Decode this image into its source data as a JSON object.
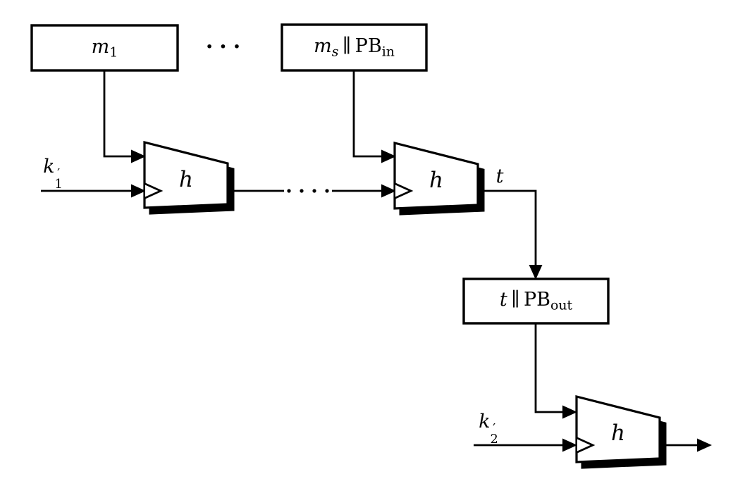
{
  "figure": {
    "colors": {
      "stroke": "#000000",
      "background": "#ffffff",
      "block_fill": "#ffffff"
    },
    "top_row": {
      "m1_box": {
        "var": "m",
        "sub": "1"
      },
      "ellipsis": "···",
      "ms_box": {
        "var": "m",
        "sub": "s",
        "concat": "∥",
        "pad": "PB",
        "pad_sub": "in"
      }
    },
    "keys": {
      "k1": {
        "var": "k",
        "prime": "′",
        "sub": "1"
      },
      "k2": {
        "var": "k",
        "prime": "′",
        "sub": "2"
      }
    },
    "hash_blocks": {
      "h1": "h",
      "h2": "h",
      "h3": "h"
    },
    "tag": {
      "wire_label": "t"
    },
    "t_box": {
      "var": "t",
      "concat": "∥",
      "pad": "PB",
      "pad_sub": "out"
    }
  }
}
